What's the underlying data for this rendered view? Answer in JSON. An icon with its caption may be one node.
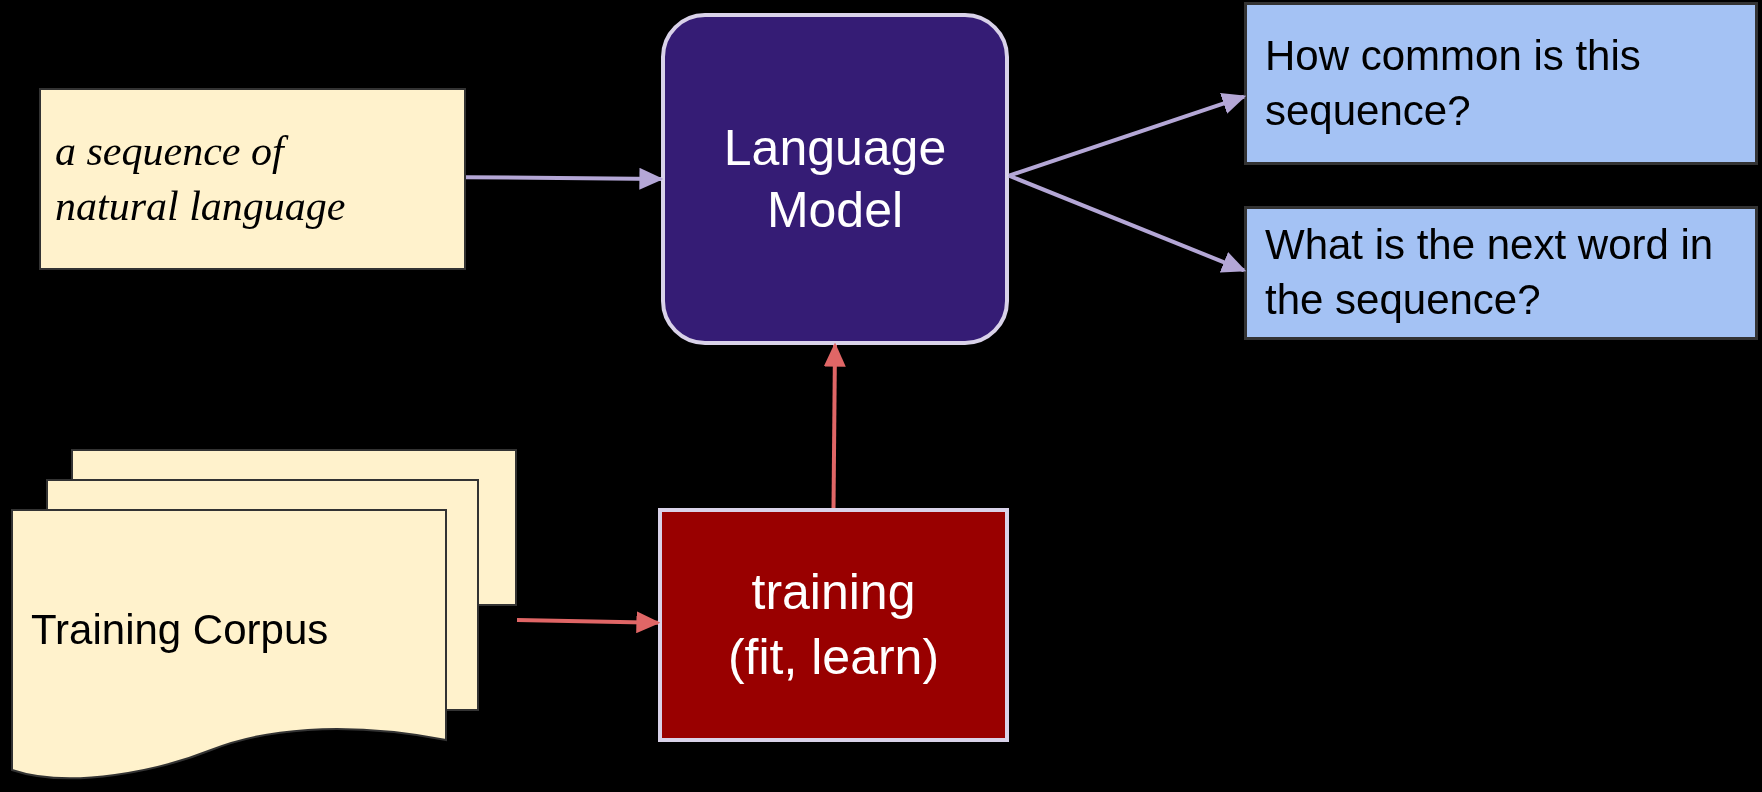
{
  "diagram": {
    "nodes": [
      {
        "text": [
          "a sequence of natural language"
        ]
      },
      {
        "text": [
          "Language Model"
        ]
      },
      {
        "text": [
          "How common is this sequence?"
        ]
      },
      {
        "text": [
          "What is the next word in the sequence?"
        ]
      },
      {
        "text": [
          "Training Corpus"
        ]
      },
      {
        "text": [
          "training (fit, learn)"
        ]
      }
    ],
    "edges": [
      {
        "from": 0,
        "to": 1,
        "arrow": "to"
      },
      {
        "from": 1,
        "to": 2,
        "arrow": "to"
      },
      {
        "from": 1,
        "to": 3,
        "arrow": "to"
      },
      {
        "from": 4,
        "to": 5,
        "arrow": "to",
        "color": "#e06666"
      },
      {
        "from": 5,
        "to": 1,
        "arrow": "to",
        "color": "#e06666"
      }
    ]
  }
}
